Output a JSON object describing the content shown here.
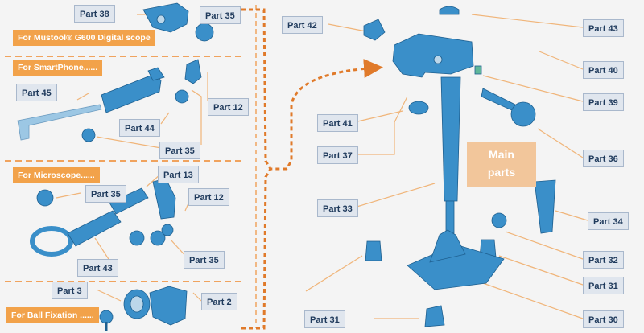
{
  "sections": {
    "mustool": "For Mustool® G600 Digital scope",
    "smartphone": "For SmartPhone......",
    "microscope": "For Microscope......",
    "ball": "For Ball Fixation ......"
  },
  "main_parts": {
    "line1": "Main",
    "line2": "parts"
  },
  "labels": {
    "p38": "Part 38",
    "p35a": "Part 35",
    "p45": "Part 45",
    "p12a": "Part 12",
    "p44": "Part 44",
    "p35b": "Part 35",
    "p13": "Part 13",
    "p35c": "Part 35",
    "p12b": "Part 12",
    "p43a": "Part 43",
    "p35d": "Part 35",
    "p3": "Part 3",
    "p2": "Part 2",
    "p42": "Part 42",
    "p43b": "Part 43",
    "p40": "Part 40",
    "p39": "Part 39",
    "p41": "Part 41",
    "p37": "Part 37",
    "p36": "Part 36",
    "p33": "Part 33",
    "p34": "Part 34",
    "p32": "Part 32",
    "p31a": "Part 31",
    "p31b": "Part 31",
    "p30": "Part 30"
  },
  "colors": {
    "part": "#3a8fc9",
    "label_bg": "#e0e6ee",
    "section": "#f2a24a",
    "leader": "#f0b57a",
    "divider": "#f0a35e"
  }
}
